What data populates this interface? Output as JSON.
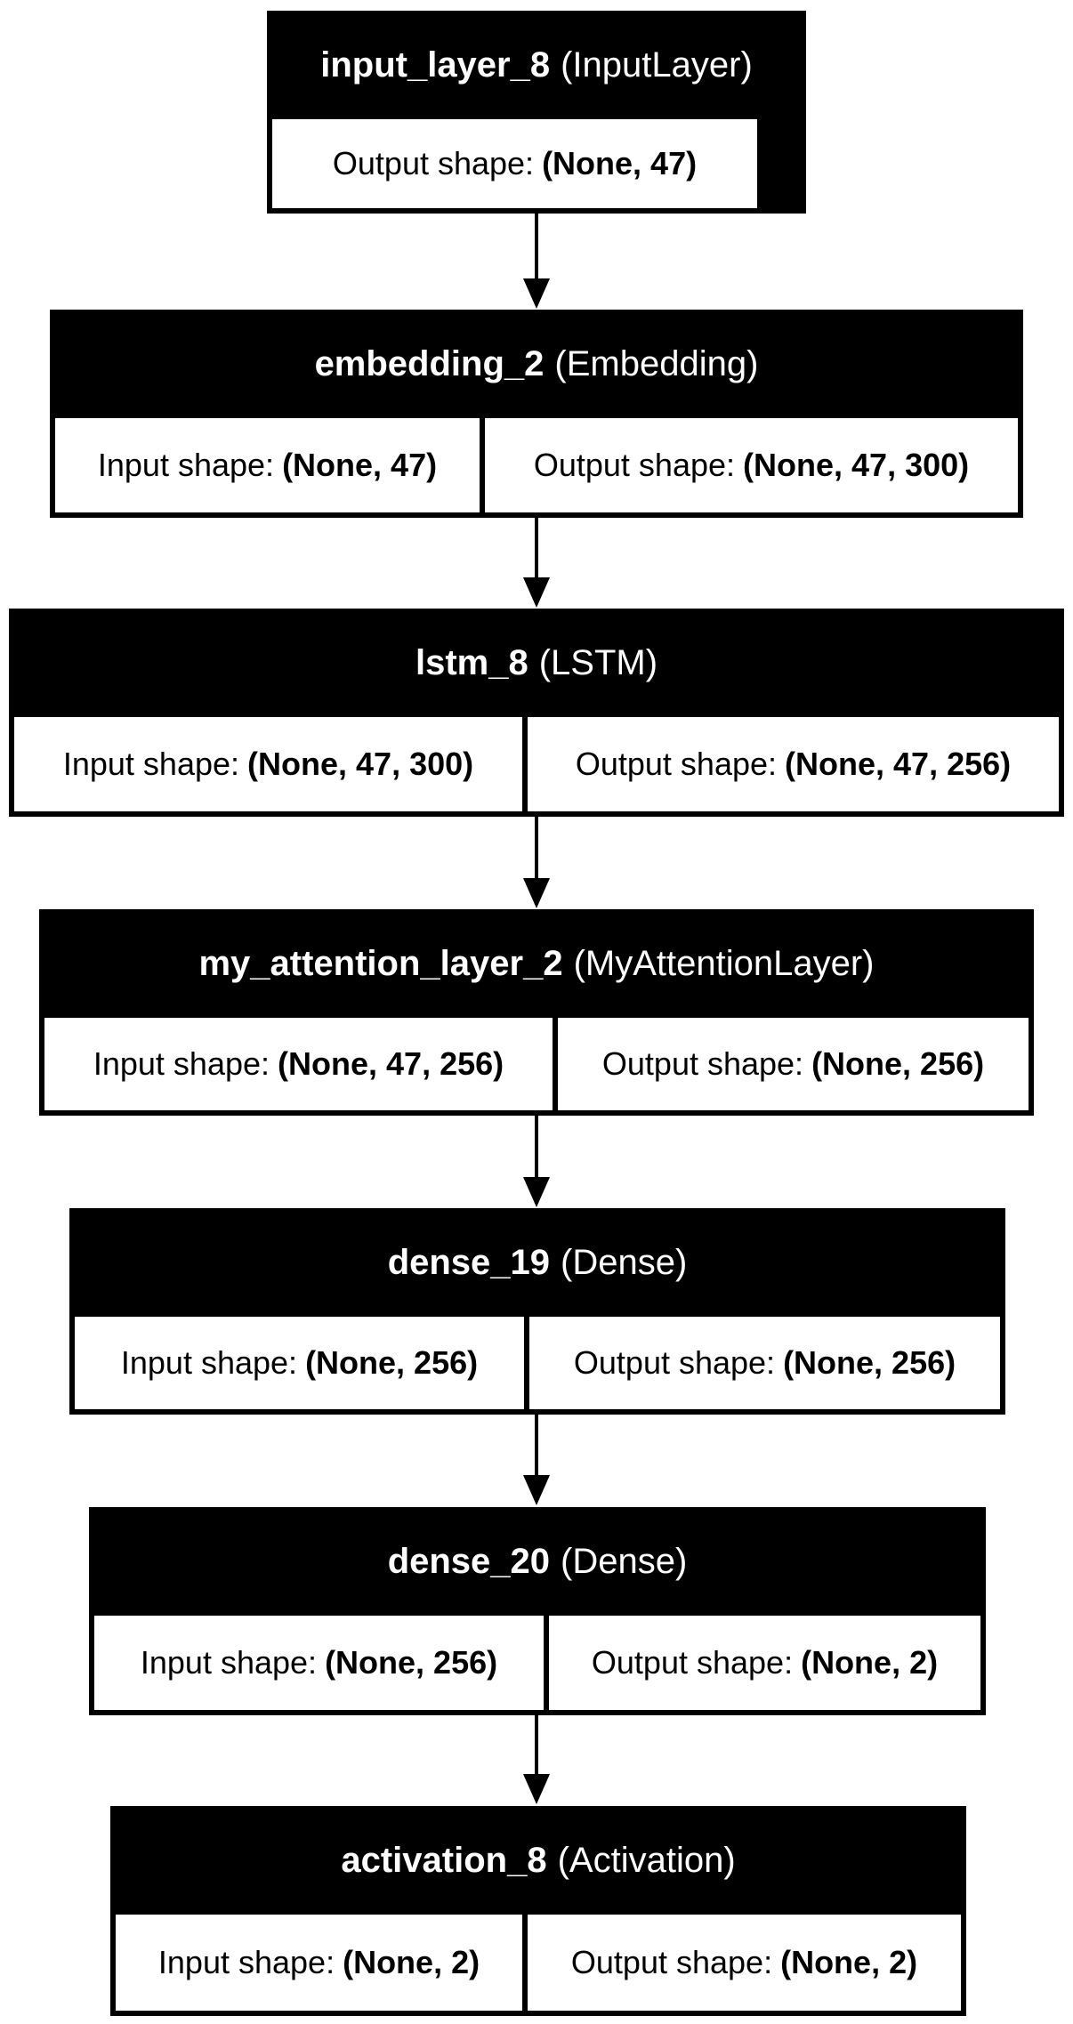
{
  "input_label": "Input shape:",
  "output_label": "Output shape:",
  "layers": [
    {
      "name": "input_layer_8",
      "type": "(InputLayer)",
      "output_shape": "(None, 47)"
    },
    {
      "name": "embedding_2",
      "type": "(Embedding)",
      "input_shape": "(None, 47)",
      "output_shape": "(None, 47, 300)"
    },
    {
      "name": "lstm_8",
      "type": "(LSTM)",
      "input_shape": "(None, 47, 300)",
      "output_shape": "(None, 47, 256)"
    },
    {
      "name": "my_attention_layer_2",
      "type": "(MyAttentionLayer)",
      "input_shape": "(None, 47, 256)",
      "output_shape": "(None, 256)"
    },
    {
      "name": "dense_19",
      "type": "(Dense)",
      "input_shape": "(None, 256)",
      "output_shape": "(None, 256)"
    },
    {
      "name": "dense_20",
      "type": "(Dense)",
      "input_shape": "(None, 256)",
      "output_shape": "(None, 2)"
    },
    {
      "name": "activation_8",
      "type": "(Activation)",
      "input_shape": "(None, 2)",
      "output_shape": "(None, 2)"
    }
  ]
}
